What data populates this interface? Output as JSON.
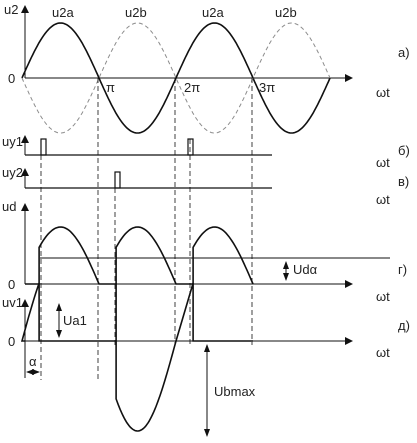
{
  "colors": {
    "solid": "#111111",
    "dashed": "#8c8c8c",
    "axis": "#111111",
    "background": "#ffffff"
  },
  "panel_a": {
    "axis_label_y": "u2",
    "axis_label_x": "ωt",
    "panel_marker": "а)",
    "origin_label": "0",
    "wave_labels": [
      "u2a",
      "u2b",
      "u2a",
      "u2b"
    ],
    "pi_labels": [
      "π",
      "2π",
      "3π"
    ]
  },
  "panel_b": {
    "axis_label_y": "uy1",
    "axis_label_x": "ωt",
    "panel_marker": "б)"
  },
  "panel_v": {
    "axis_label_y": "uy2",
    "axis_label_x": "ωt",
    "panel_marker": "в)"
  },
  "panel_g": {
    "axis_label_y": "ud",
    "axis_label_x": "ωt",
    "panel_marker": "г)",
    "origin_label": "0",
    "avg_label": "Udα"
  },
  "panel_d": {
    "axis_label_y": "uv1",
    "axis_label_x": "ωt",
    "panel_marker": "д)",
    "origin_label": "0",
    "ua1_label": "Ua1",
    "alpha_label": "α",
    "ubmax_label": "Ubmax"
  }
}
